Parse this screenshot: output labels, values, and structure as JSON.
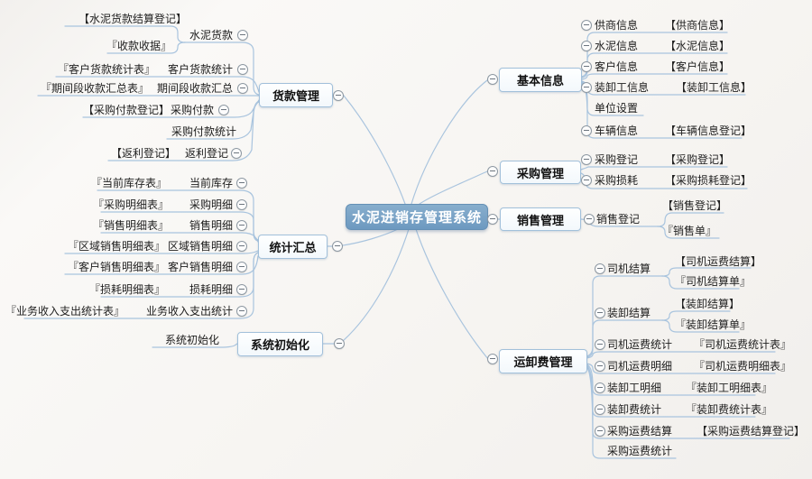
{
  "center": {
    "label": "水泥进销存管理系统"
  },
  "colors": {
    "center_fill": "#6d99c0",
    "topic_border": "#a2c0da",
    "line": "#a9c4de",
    "text": "#1c1c1c"
  },
  "left_branches": [
    {
      "label": "货款管理",
      "children": [
        {
          "label": "水泥货款",
          "docs": [
            "【水泥货款结算登记】",
            "『收款收据』"
          ]
        },
        {
          "label": "客户货款统计",
          "docs": [
            "『客户货款统计表』"
          ]
        },
        {
          "label": "期间段收款汇总",
          "docs": [
            "『期间段收款汇总表』"
          ]
        },
        {
          "label": "采购付款",
          "docs": [
            "【采购付款登记】"
          ]
        },
        {
          "label": "采购付款统计",
          "docs": []
        },
        {
          "label": "返利登记",
          "docs": [
            "【返利登记】"
          ]
        }
      ]
    },
    {
      "label": "统计汇总",
      "children": [
        {
          "label": "当前库存",
          "docs": [
            "『当前库存表』"
          ]
        },
        {
          "label": "采购明细",
          "docs": [
            "『采购明细表』"
          ]
        },
        {
          "label": "销售明细",
          "docs": [
            "『销售明细表』"
          ]
        },
        {
          "label": "区域销售明细",
          "docs": [
            "『区域销售明细表』"
          ]
        },
        {
          "label": "客户销售明细",
          "docs": [
            "『客户销售明细表』"
          ]
        },
        {
          "label": "损耗明细",
          "docs": [
            "『损耗明细表』"
          ]
        },
        {
          "label": "业务收入支出统计",
          "docs": [
            "『业务收入支出统计表』"
          ]
        }
      ]
    },
    {
      "label": "系统初始化",
      "children": [
        {
          "label": "系统初始化",
          "docs": []
        }
      ]
    }
  ],
  "right_branches": [
    {
      "label": "基本信息",
      "children": [
        {
          "label": "供商信息",
          "docs": [
            "【供商信息】"
          ]
        },
        {
          "label": "水泥信息",
          "docs": [
            "【水泥信息】"
          ]
        },
        {
          "label": "客户信息",
          "docs": [
            "【客户信息】"
          ]
        },
        {
          "label": "装卸工信息",
          "docs": [
            "【装卸工信息】"
          ]
        },
        {
          "label": "单位设置",
          "docs": []
        },
        {
          "label": "车辆信息",
          "docs": [
            "【车辆信息登记】"
          ]
        }
      ]
    },
    {
      "label": "采购管理",
      "children": [
        {
          "label": "采购登记",
          "docs": [
            "【采购登记】"
          ]
        },
        {
          "label": "采购损耗",
          "docs": [
            "【采购损耗登记】"
          ]
        }
      ]
    },
    {
      "label": "销售管理",
      "children": [
        {
          "label": "销售登记",
          "docs": [
            "【销售登记】",
            "『销售单』"
          ]
        }
      ]
    },
    {
      "label": "运卸费管理",
      "children": [
        {
          "label": "司机结算",
          "docs": [
            "【司机运费结算】",
            "『司机结算单』"
          ]
        },
        {
          "label": "装卸结算",
          "docs": [
            "【装卸结算】",
            "『装卸结算单』"
          ]
        },
        {
          "label": "司机运费统计",
          "docs": [
            "『司机运费统计表』"
          ]
        },
        {
          "label": "司机运费明细",
          "docs": [
            "『司机运费明细表』"
          ]
        },
        {
          "label": "装卸工明细",
          "docs": [
            "『装卸工明细表』"
          ]
        },
        {
          "label": "装卸费统计",
          "docs": [
            "『装卸费统计表』"
          ]
        },
        {
          "label": "采购运费结算",
          "docs": [
            "【采购运费结算登记】"
          ]
        },
        {
          "label": "采购运费统计",
          "docs": []
        }
      ]
    }
  ]
}
